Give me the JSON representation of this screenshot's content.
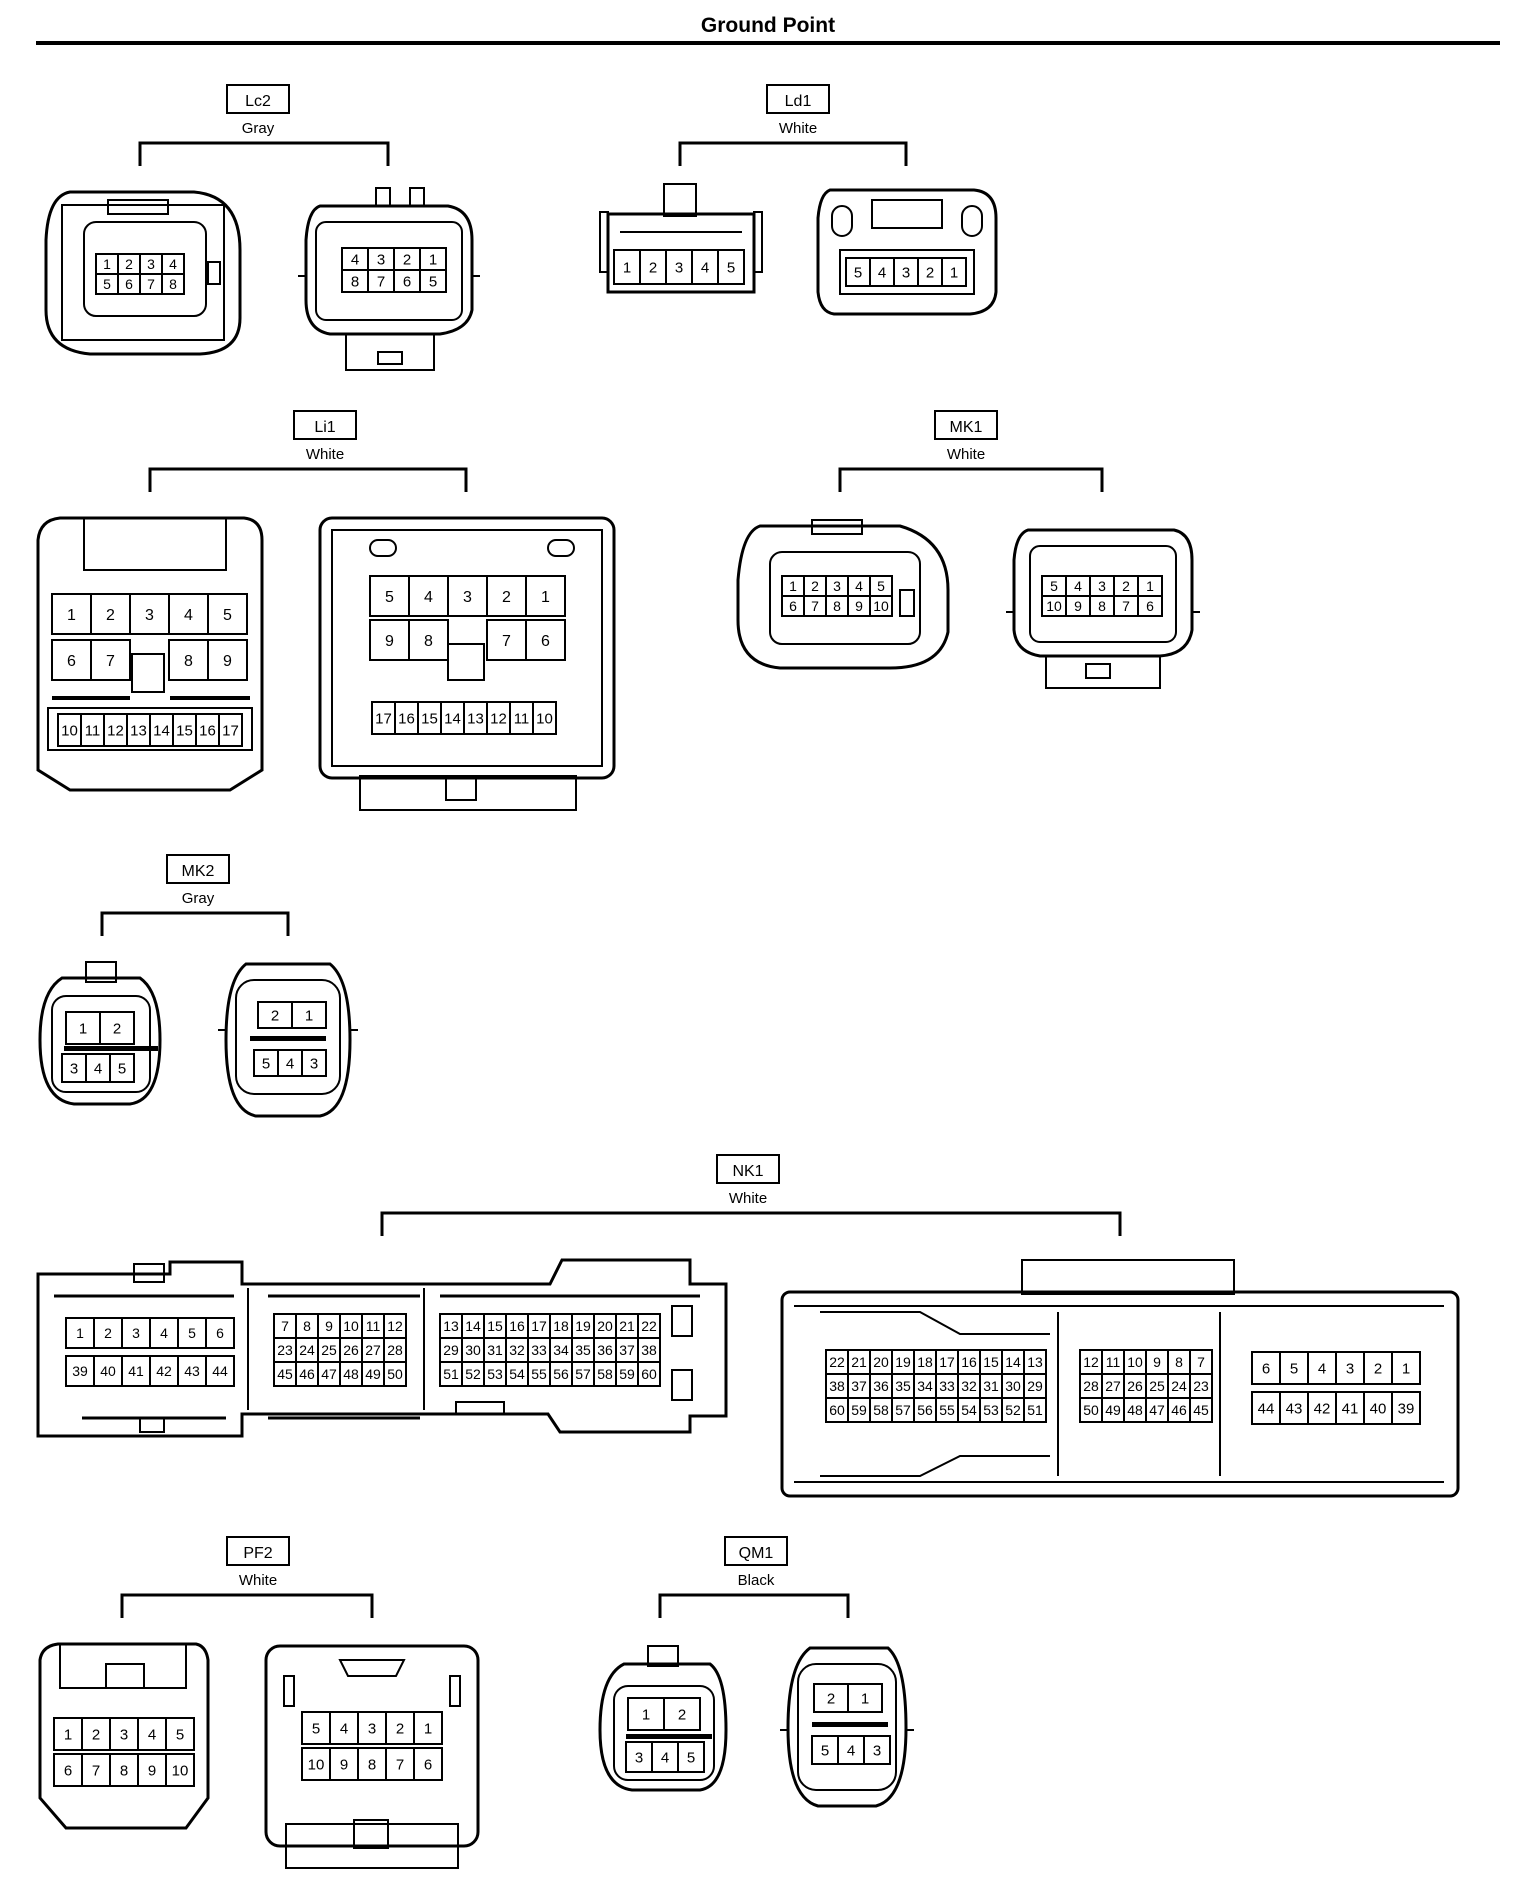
{
  "page": {
    "title": "Ground Point"
  },
  "connectors": {
    "lc2": {
      "code": "Lc2",
      "color": "Gray",
      "female": [
        [
          "1",
          "2",
          "3",
          "4"
        ],
        [
          "5",
          "6",
          "7",
          "8"
        ]
      ],
      "male": [
        [
          "4",
          "3",
          "2",
          "1"
        ],
        [
          "8",
          "7",
          "6",
          "5"
        ]
      ]
    },
    "ld1": {
      "code": "Ld1",
      "color": "White",
      "female": [
        [
          "1",
          "2",
          "3",
          "4",
          "5"
        ]
      ],
      "male": [
        [
          "5",
          "4",
          "3",
          "2",
          "1"
        ]
      ]
    },
    "li1": {
      "code": "Li1",
      "color": "White",
      "female": [
        [
          "1",
          "2",
          "3",
          "4",
          "5"
        ],
        [
          "6",
          "7",
          "",
          "8",
          "9"
        ],
        [
          "10",
          "11",
          "12",
          "13",
          "14",
          "15",
          "16",
          "17"
        ]
      ],
      "male": [
        [
          "5",
          "4",
          "3",
          "2",
          "1"
        ],
        [
          "9",
          "8",
          "",
          "7",
          "6"
        ],
        [
          "17",
          "16",
          "15",
          "14",
          "13",
          "12",
          "11",
          "10"
        ]
      ]
    },
    "mk1": {
      "code": "MK1",
      "color": "White",
      "female": [
        [
          "1",
          "2",
          "3",
          "4",
          "5"
        ],
        [
          "6",
          "7",
          "8",
          "9",
          "10"
        ]
      ],
      "male": [
        [
          "5",
          "4",
          "3",
          "2",
          "1"
        ],
        [
          "10",
          "9",
          "8",
          "7",
          "6"
        ]
      ]
    },
    "mk2": {
      "code": "MK2",
      "color": "Gray",
      "female": [
        [
          "1",
          "2"
        ],
        [
          "3",
          "4",
          "5"
        ]
      ],
      "male": [
        [
          "2",
          "1"
        ],
        [
          "5",
          "4",
          "3"
        ]
      ]
    },
    "nk1": {
      "code": "NK1",
      "color": "White",
      "female": [
        [
          [
            "1",
            "2",
            "3",
            "4",
            "5",
            "6"
          ],
          [
            "39",
            "40",
            "41",
            "42",
            "43",
            "44"
          ]
        ],
        [
          [
            "7",
            "8",
            "9",
            "10",
            "11",
            "12"
          ],
          [
            "23",
            "24",
            "25",
            "26",
            "27",
            "28"
          ],
          [
            "45",
            "46",
            "47",
            "48",
            "49",
            "50"
          ]
        ],
        [
          [
            "13",
            "14",
            "15",
            "16",
            "17",
            "18",
            "19",
            "20",
            "21",
            "22"
          ],
          [
            "29",
            "30",
            "31",
            "32",
            "33",
            "34",
            "35",
            "36",
            "37",
            "38"
          ],
          [
            "51",
            "52",
            "53",
            "54",
            "55",
            "56",
            "57",
            "58",
            "59",
            "60"
          ]
        ]
      ],
      "male": [
        [
          [
            "22",
            "21",
            "20",
            "19",
            "18",
            "17",
            "16",
            "15",
            "14",
            "13"
          ],
          [
            "38",
            "37",
            "36",
            "35",
            "34",
            "33",
            "32",
            "31",
            "30",
            "29"
          ],
          [
            "60",
            "59",
            "58",
            "57",
            "56",
            "55",
            "54",
            "53",
            "52",
            "51"
          ]
        ],
        [
          [
            "12",
            "11",
            "10",
            "9",
            "8",
            "7"
          ],
          [
            "28",
            "27",
            "26",
            "25",
            "24",
            "23"
          ],
          [
            "50",
            "49",
            "48",
            "47",
            "46",
            "45"
          ]
        ],
        [
          [
            "6",
            "5",
            "4",
            "3",
            "2",
            "1"
          ],
          [
            "44",
            "43",
            "42",
            "41",
            "40",
            "39"
          ]
        ]
      ]
    },
    "pf2": {
      "code": "PF2",
      "color": "White",
      "female": [
        [
          "1",
          "2",
          "3",
          "4",
          "5"
        ],
        [
          "6",
          "7",
          "8",
          "9",
          "10"
        ]
      ],
      "male": [
        [
          "5",
          "4",
          "3",
          "2",
          "1"
        ],
        [
          "10",
          "9",
          "8",
          "7",
          "6"
        ]
      ]
    },
    "qm1": {
      "code": "QM1",
      "color": "Black",
      "female": [
        [
          "1",
          "2"
        ],
        [
          "3",
          "4",
          "5"
        ]
      ],
      "male": [
        [
          "2",
          "1"
        ],
        [
          "5",
          "4",
          "3"
        ]
      ]
    }
  }
}
